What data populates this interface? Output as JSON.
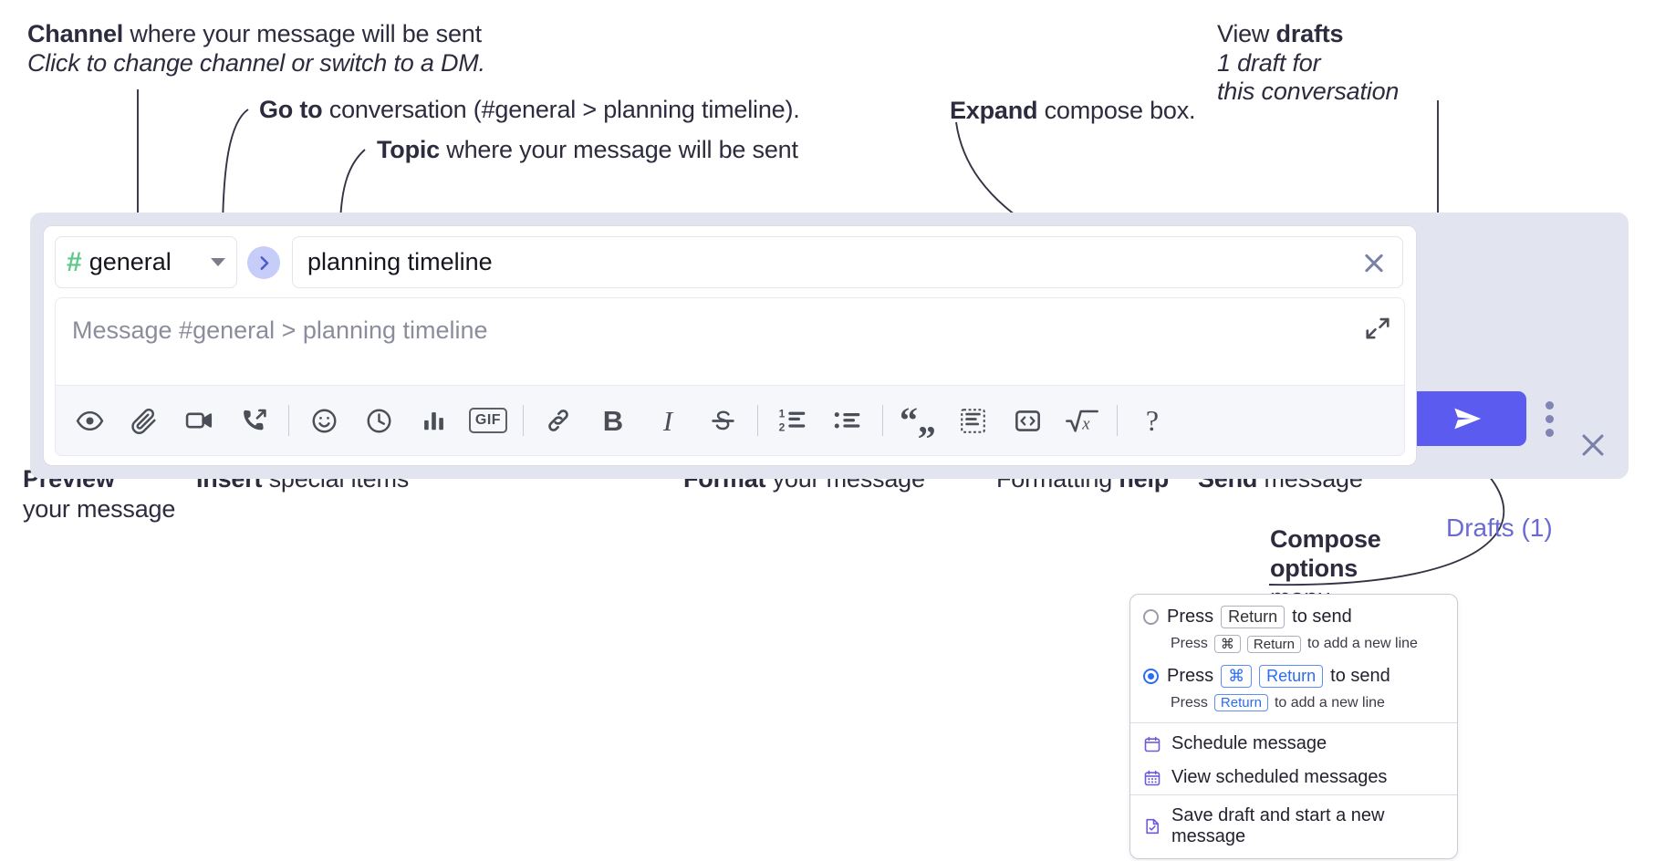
{
  "annotations": {
    "channel_title_bold": "Channel",
    "channel_title_rest": " where your message will be sent",
    "channel_sub": "Click to change channel or switch to a DM.",
    "goto_bold": "Go to",
    "goto_rest": " conversation (#general > planning timeline).",
    "topic_bold": "Topic",
    "topic_rest": " where your message will be sent",
    "expand_bold": "Expand",
    "expand_rest": " compose box.",
    "drafts_bold_pre": "View ",
    "drafts_bold": "drafts",
    "drafts_sub_l1": "1 draft for",
    "drafts_sub_l2": "this conversation",
    "preview_bold": "Preview",
    "preview_rest": "your message",
    "insert_bold": "Insert",
    "insert_rest": " special items",
    "format_bold": "Format",
    "format_rest": " your message",
    "help_pre": "Formatting ",
    "help_bold": "help",
    "send_bold": "Send",
    "send_rest": " message",
    "options_bold_l1": "Compose",
    "options_bold_l2": "options",
    "options_rest": "menu"
  },
  "compose": {
    "channel": {
      "name": "general",
      "hash": "#",
      "icon": "hash-icon",
      "chevron": "chevron-down-icon"
    },
    "goto": {
      "icon": "chevron-right-icon",
      "label": ">"
    },
    "topic": {
      "value": "planning timeline",
      "clear_icon": "close-icon"
    },
    "message": {
      "placeholder": "Message #general > planning timeline",
      "value": ""
    },
    "expand_icon": "expand-icon",
    "panel_close_icon": "close-icon",
    "drafts_link": "Drafts (1)",
    "send": {
      "icon": "send-icon",
      "color": "#5b5bef"
    },
    "options_icon": "kebab-menu-icon",
    "toolbar": [
      {
        "name": "preview-button",
        "icon": "eye-icon",
        "kind": "svg"
      },
      {
        "name": "attach-button",
        "icon": "paperclip-icon",
        "kind": "svg"
      },
      {
        "name": "video-clip-button",
        "icon": "video-camera-icon",
        "kind": "svg"
      },
      {
        "name": "audio-clip-button",
        "icon": "phone-arrow-icon",
        "kind": "svg"
      },
      {
        "name": "separator-1",
        "icon": "divider",
        "kind": "sep"
      },
      {
        "name": "emoji-button",
        "icon": "smiley-icon",
        "kind": "svg"
      },
      {
        "name": "reminder-button",
        "icon": "clock-icon",
        "kind": "svg"
      },
      {
        "name": "poll-button",
        "icon": "bar-chart-icon",
        "kind": "svg"
      },
      {
        "name": "gif-button",
        "icon": "gif-icon",
        "kind": "gif",
        "label": "GIF"
      },
      {
        "name": "separator-2",
        "icon": "divider",
        "kind": "sep"
      },
      {
        "name": "link-button",
        "icon": "link-icon",
        "kind": "svg"
      },
      {
        "name": "bold-button",
        "icon": "bold-icon",
        "kind": "letter",
        "label": "B"
      },
      {
        "name": "italic-button",
        "icon": "italic-icon",
        "kind": "letter",
        "label": "I"
      },
      {
        "name": "strikethrough-button",
        "icon": "strikethrough-icon",
        "kind": "svg"
      },
      {
        "name": "separator-3",
        "icon": "divider",
        "kind": "sep"
      },
      {
        "name": "ordered-list-button",
        "icon": "numbered-list-icon",
        "kind": "svg"
      },
      {
        "name": "bulleted-list-button",
        "icon": "bullet-list-icon",
        "kind": "svg"
      },
      {
        "name": "separator-4",
        "icon": "divider",
        "kind": "sep"
      },
      {
        "name": "blockquote-button",
        "icon": "quote-icon",
        "kind": "letter",
        "label": "“„"
      },
      {
        "name": "code-block-button",
        "icon": "code-block-icon",
        "kind": "svg"
      },
      {
        "name": "code-button",
        "icon": "code-inline-icon",
        "kind": "svg"
      },
      {
        "name": "math-button",
        "icon": "square-root-icon",
        "kind": "svg"
      },
      {
        "name": "separator-5",
        "icon": "divider",
        "kind": "sep"
      },
      {
        "name": "formatting-help-button",
        "icon": "question-mark-icon",
        "kind": "letter",
        "label": "?"
      }
    ]
  },
  "menu": {
    "option1": {
      "selected": false,
      "press": "Press",
      "key": "Return",
      "action": "to send",
      "sub_press": "Press",
      "sub_key1": "⌘",
      "sub_key2": "Return",
      "sub_action": "to add a new line"
    },
    "option2": {
      "selected": true,
      "press": "Press",
      "key1": "⌘",
      "key2": "Return",
      "action": "to send",
      "sub_press": "Press",
      "sub_key": "Return",
      "sub_action": "to add a new line"
    },
    "items": [
      {
        "label": "Schedule message",
        "icon": "calendar-icon"
      },
      {
        "label": "View scheduled messages",
        "icon": "calendar-grid-icon"
      },
      {
        "label": "Save draft and start a new message",
        "icon": "document-check-icon"
      }
    ]
  },
  "colors": {
    "accent": "#5b5bef",
    "panel": "#e2e4f0",
    "drafts_text": "#6a6ad0",
    "hash_green": "#5bc98a",
    "goto_bg": "#c6cdf8",
    "radio_blue": "#2a6df4"
  }
}
